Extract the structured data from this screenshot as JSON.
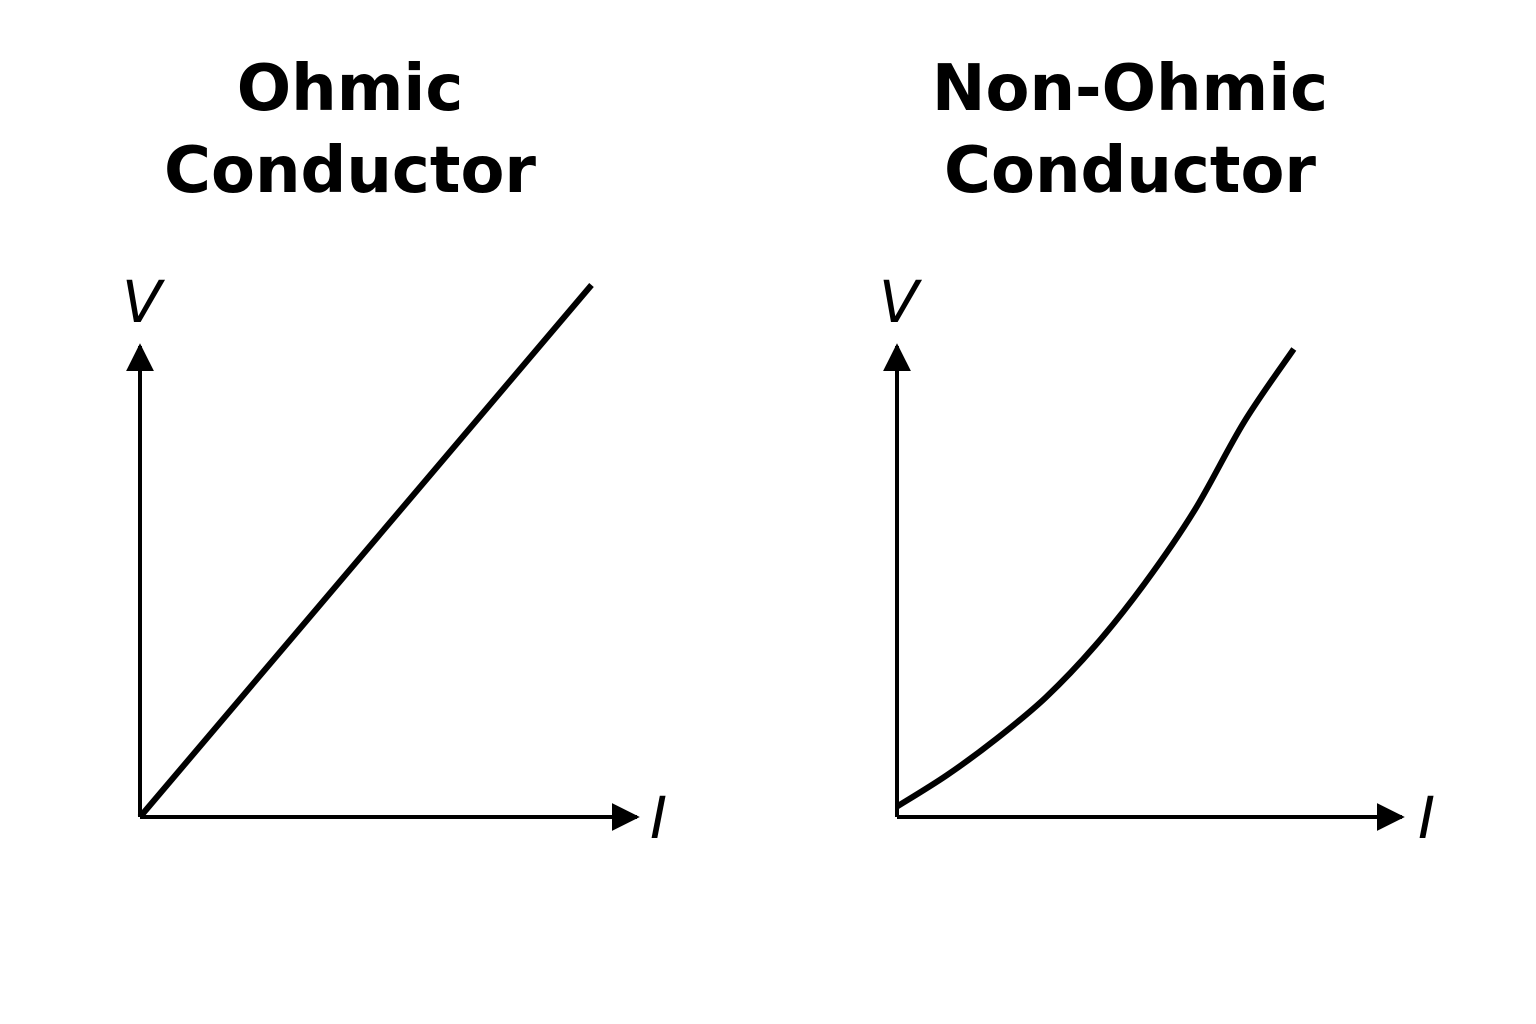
{
  "chart_data": [
    {
      "type": "line",
      "title_lines": [
        "Ohmic",
        "Conductor"
      ],
      "xlabel": "I",
      "ylabel": "V",
      "xlim": [
        0,
        1
      ],
      "ylim": [
        0,
        1
      ],
      "grid": false,
      "series": [
        {
          "x": [
            0,
            0.86
          ],
          "y": [
            0,
            1
          ]
        }
      ]
    },
    {
      "type": "line",
      "title_lines": [
        "Non-Ohmic",
        "Conductor"
      ],
      "xlabel": "I",
      "ylabel": "V",
      "xlim": [
        0,
        1
      ],
      "ylim": [
        0,
        1
      ],
      "grid": false,
      "series": [
        {
          "x": [
            0,
            0.1,
            0.2,
            0.3,
            0.4,
            0.5,
            0.6,
            0.7,
            0.8
          ],
          "y": [
            0.02,
            0.08,
            0.15,
            0.23,
            0.33,
            0.45,
            0.59,
            0.76,
            0.9
          ]
        }
      ]
    }
  ],
  "colors": {
    "line": "#000000",
    "axis": "#000000",
    "background": "#ffffff"
  }
}
